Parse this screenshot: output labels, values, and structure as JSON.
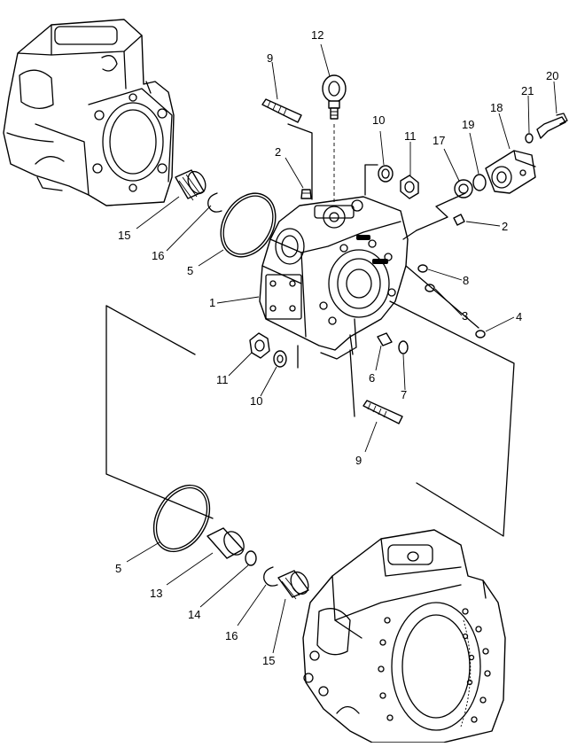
{
  "callouts": [
    {
      "id": "c12a",
      "text": "12"
    },
    {
      "id": "c9a",
      "text": "9"
    },
    {
      "id": "c20",
      "text": "20"
    },
    {
      "id": "c21",
      "text": "21"
    },
    {
      "id": "c18",
      "text": "18"
    },
    {
      "id": "c10a",
      "text": "10"
    },
    {
      "id": "c11a",
      "text": "11"
    },
    {
      "id": "c19",
      "text": "19"
    },
    {
      "id": "c17",
      "text": "17"
    },
    {
      "id": "c2a",
      "text": "2"
    },
    {
      "id": "c2b",
      "text": "2"
    },
    {
      "id": "c15a",
      "text": "15"
    },
    {
      "id": "c16a",
      "text": "16"
    },
    {
      "id": "c5a",
      "text": "5"
    },
    {
      "id": "c8",
      "text": "8"
    },
    {
      "id": "c1",
      "text": "1"
    },
    {
      "id": "c3",
      "text": "3"
    },
    {
      "id": "c4",
      "text": "4"
    },
    {
      "id": "c11b",
      "text": "11"
    },
    {
      "id": "c10b",
      "text": "10"
    },
    {
      "id": "c6",
      "text": "6"
    },
    {
      "id": "c7",
      "text": "7"
    },
    {
      "id": "c9b",
      "text": "9"
    },
    {
      "id": "c5b",
      "text": "5"
    },
    {
      "id": "c13",
      "text": "13"
    },
    {
      "id": "c14",
      "text": "14"
    },
    {
      "id": "c16b",
      "text": "16"
    },
    {
      "id": "c15b",
      "text": "15"
    }
  ]
}
